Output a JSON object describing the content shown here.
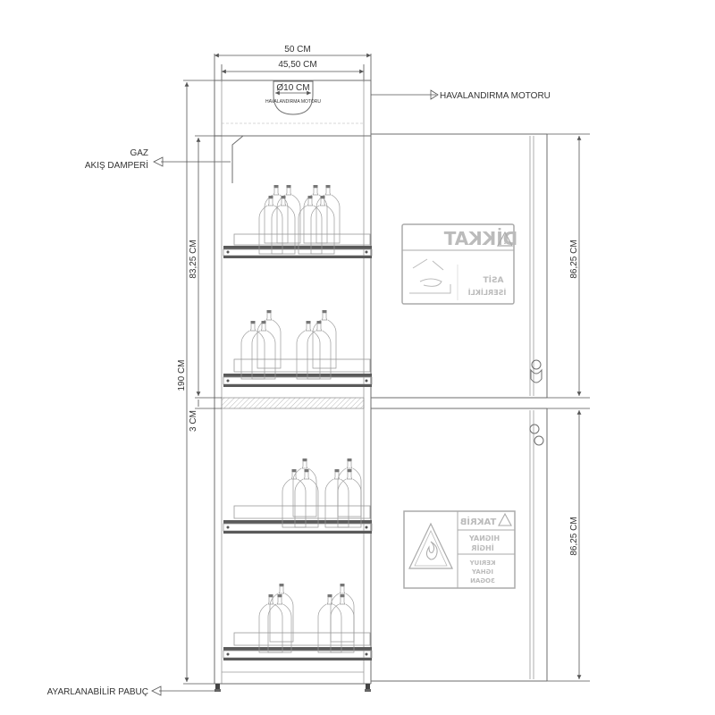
{
  "dimensions": {
    "width_outer": "50 CM",
    "width_inner": "45,50 CM",
    "duct": "Ø10 CM",
    "height_total": "190 CM",
    "height_upper_inner": "83,25 CM",
    "gap": "3 CM",
    "door_upper": "86,25 CM",
    "door_lower": "86,25 CM"
  },
  "labels": {
    "motor_small": "HAVALANDIRMA MOTORU",
    "motor": "HAVALANDIRMA MOTORU",
    "gas_line1": "GAZ",
    "gas_line2": "AKIŞ DAMPERİ",
    "foot": "AYARLANABİLİR PABUÇ"
  },
  "sign_upper": {
    "title": "DİKKAT",
    "line1": "ASİT",
    "line2": "İSERLİKLİ"
  },
  "sign_lower": {
    "title": "TAKRİB",
    "line1": "HIGNAY",
    "line2": "İHGİR",
    "line3": "KERIUY",
    "line4": "IGHAY",
    "line5": "3OGAN"
  }
}
